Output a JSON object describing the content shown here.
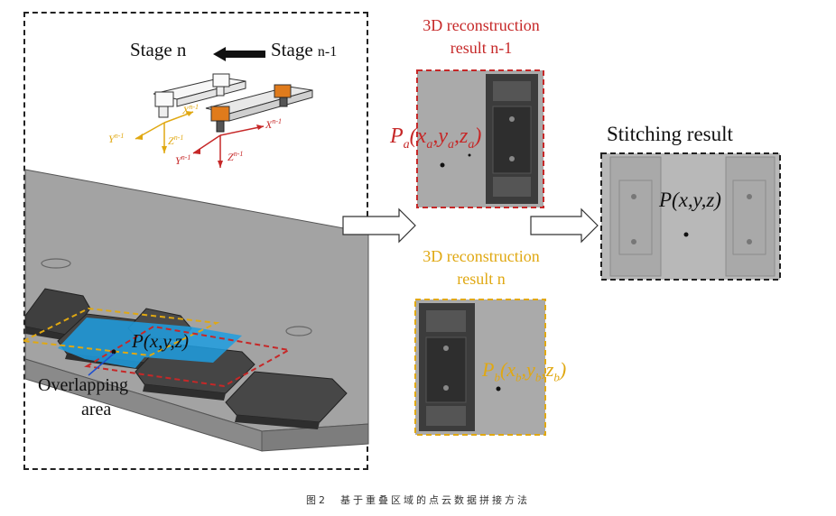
{
  "left_panel": {
    "stage_n_label": "Stage n",
    "stage_prev_label": "Stage",
    "stage_prev_sub": "n-1",
    "axes_stage_n": {
      "x": "X",
      "x_sup": "n-1",
      "y": "Y",
      "y_sup": "n-1",
      "z": "Z",
      "z_sup": "n-1"
    },
    "axes_stage_prev": {
      "x": "X",
      "x_sup": "n-1",
      "y": "Y",
      "y_sup": "n-1",
      "z": "Z",
      "z_sup": "n-1"
    },
    "point_label": "P(x,y,z)",
    "overlap_line1": "Overlapping",
    "overlap_line2": "area"
  },
  "result_prev": {
    "title_line1": "3D reconstruction",
    "title_line2": "result n-1",
    "point_label": "P",
    "point_sub": "a",
    "point_coords": "(x",
    "point_coords_rest": ",y",
    "point_coords_end": ",z",
    "point_close": ")"
  },
  "result_n": {
    "title_line1": "3D reconstruction",
    "title_line2": "result n",
    "point_label": "P",
    "point_sub": "b"
  },
  "stitching": {
    "title": "Stitching result",
    "point_label": "P(x,y,z)"
  },
  "caption": "图2　基于重叠区域的点云数据拼接方法",
  "colors": {
    "red": "#c62828",
    "yellow": "#e0a812",
    "blue": "#1e9de0",
    "orange": "#e07b1c",
    "concrete": "#9d9d9d",
    "sleeper": "#4a4a4a"
  }
}
